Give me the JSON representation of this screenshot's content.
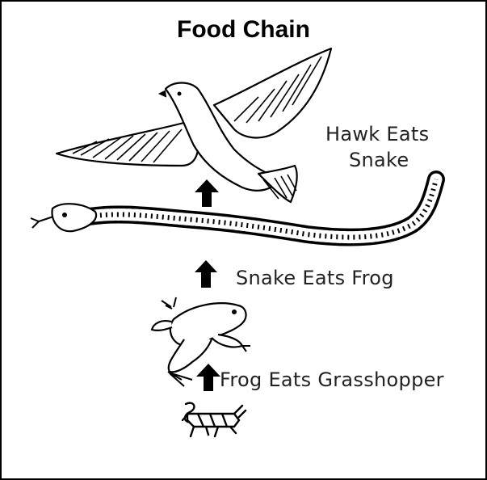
{
  "diagram": {
    "title": "Food Chain",
    "labels": {
      "hawk": [
        "Hawk Eats",
        "Snake"
      ],
      "snake": "Snake Eats Frog",
      "frog": "Frog Eats Grasshopper"
    },
    "organisms": [
      "hawk",
      "snake",
      "frog",
      "grasshopper"
    ],
    "colors": {
      "ink": "#000000",
      "background": "#ffffff"
    }
  }
}
